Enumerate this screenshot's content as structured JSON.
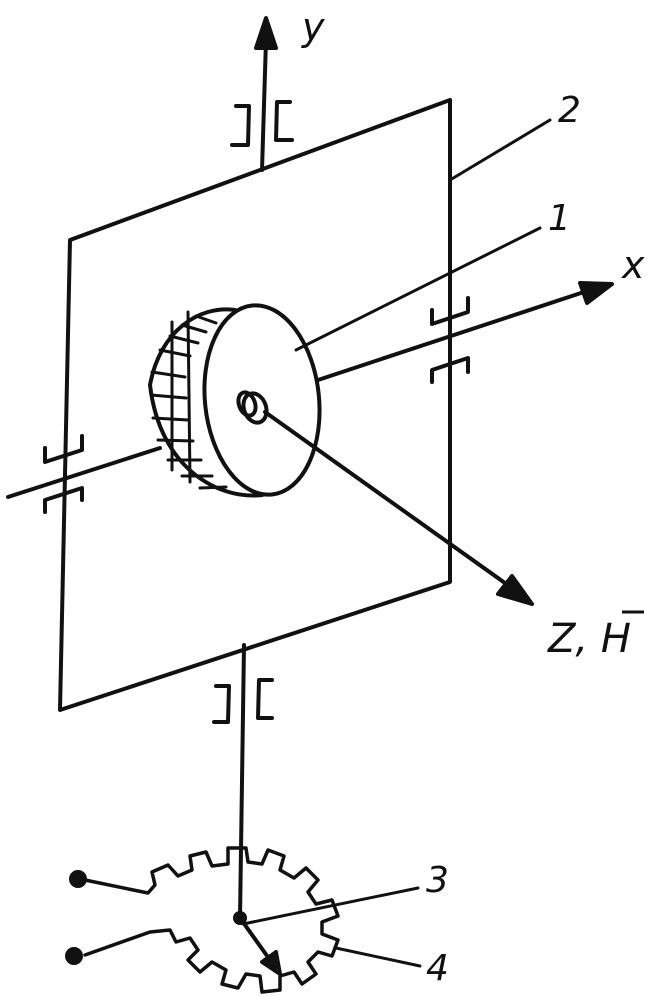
{
  "labels": {
    "axis_y": "y",
    "axis_x": "x",
    "axis_z": "Z, H"
  },
  "callouts": {
    "one": "1",
    "two": "2",
    "three": "3",
    "four": "4"
  },
  "colors": {
    "ink": "#111111",
    "paper": "#ffffff"
  }
}
